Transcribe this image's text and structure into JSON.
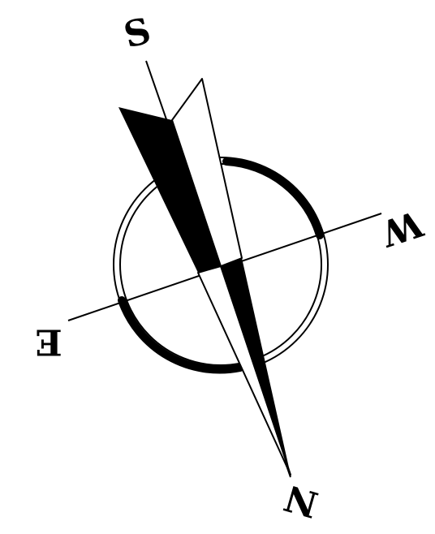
{
  "compass": {
    "labels": {
      "north": "N",
      "south": "S",
      "east": "E",
      "west": "W"
    },
    "colors": {
      "ink": "#000000",
      "paper": "#ffffff"
    },
    "icon": "compass-rose-icon"
  }
}
